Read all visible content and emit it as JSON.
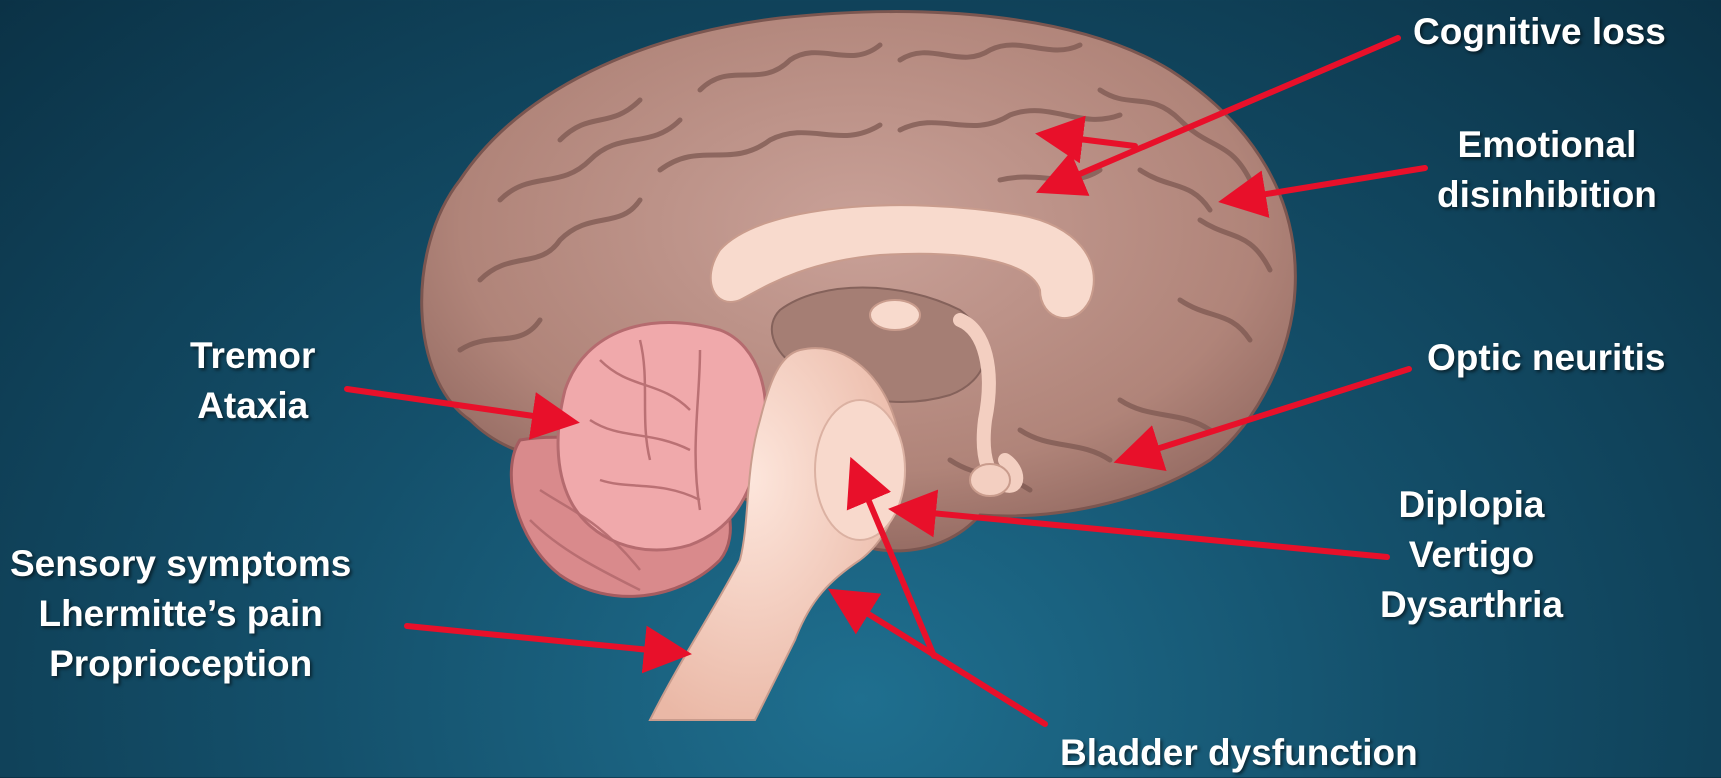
{
  "labels": {
    "cognitive": [
      "Cognitive loss"
    ],
    "emotional": [
      "Emotional",
      "disinhibition"
    ],
    "tremor": [
      "Tremor",
      "Ataxia"
    ],
    "optic": [
      "Optic neuritis"
    ],
    "sensory": [
      "Sensory symptoms",
      "Lhermitte’s pain",
      "Proprioception"
    ],
    "diplopia": [
      "Diplopia",
      "Vertigo",
      "Dysarthria"
    ],
    "bladder": [
      "Bladder dysfunction"
    ]
  },
  "colors": {
    "arrow": "#e8102a",
    "cortex": "#b98f86",
    "cortex_dark": "#8d655e",
    "cerebellum": "#e9a0a2",
    "brainstem": "#f6d4c6",
    "text": "#ffffff"
  }
}
